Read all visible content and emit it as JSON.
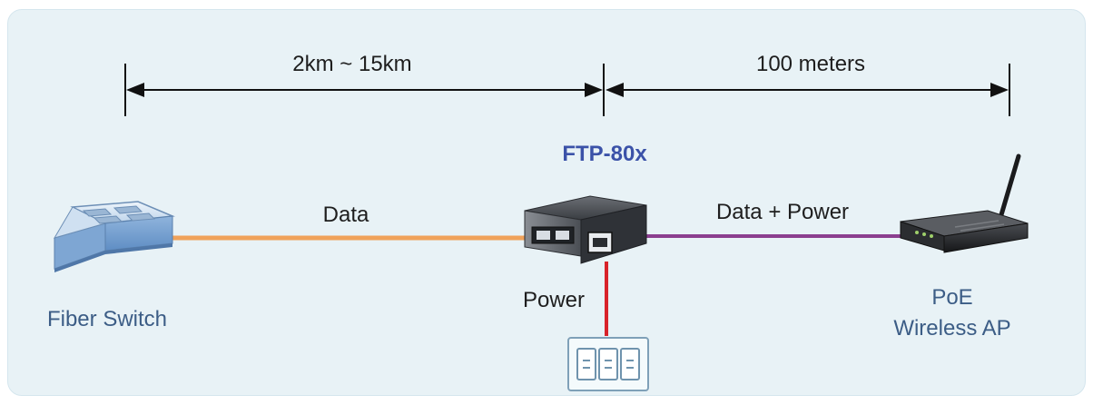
{
  "distances": {
    "fiber_span": "2km ~ 15km",
    "copper_span": "100 meters"
  },
  "device": {
    "name": "FTP-80x"
  },
  "links": {
    "fiber_label": "Data",
    "poe_label": "Data + Power",
    "power_label": "Power"
  },
  "nodes": {
    "switch_label": "Fiber Switch",
    "ap_label_line1": "PoE",
    "ap_label_line2": "Wireless AP"
  },
  "colors": {
    "background": "#e8f2f6",
    "fiber_link": "#f0a25a",
    "poe_link": "#8b3f8f",
    "power_link": "#d8232a",
    "title": "#3b52a8",
    "node_label": "#3c5d86"
  }
}
